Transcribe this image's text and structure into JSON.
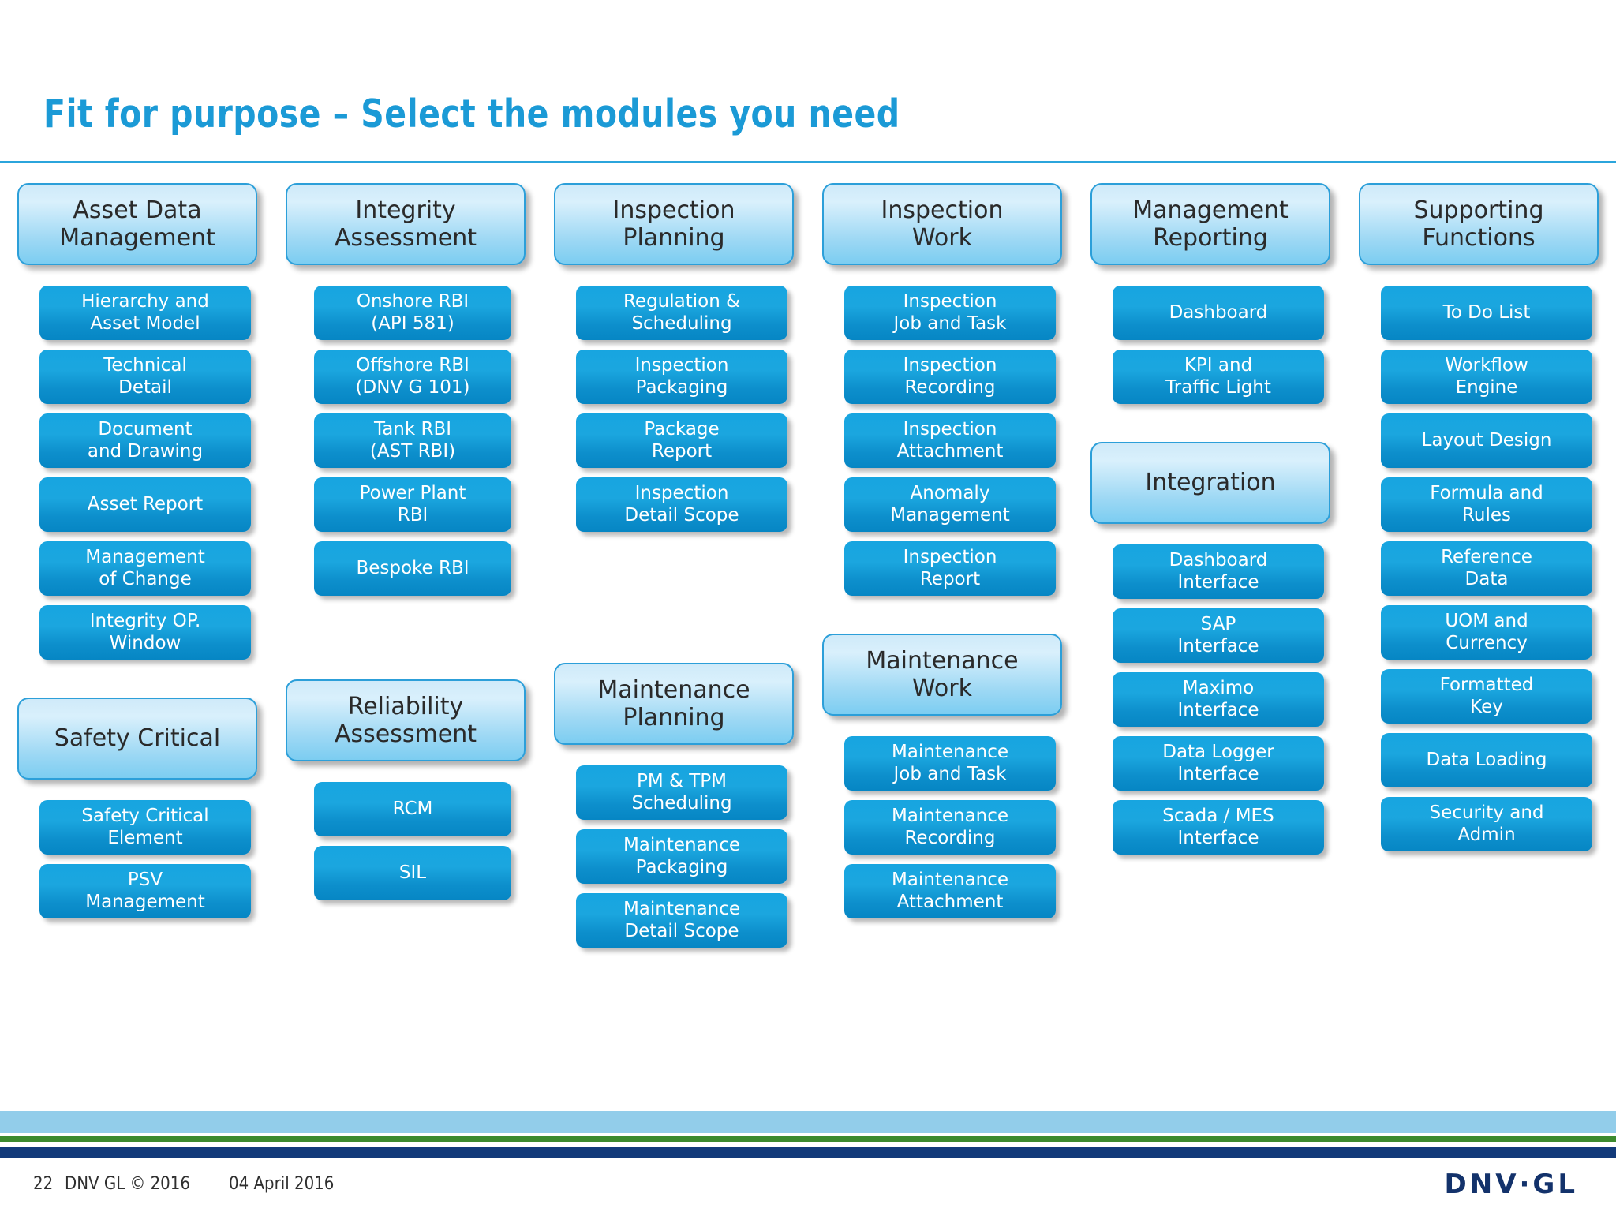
{
  "title": "Fit for purpose – Select the modules you need",
  "accent_color": "#1B9AD6",
  "header_box_color": "#9DD8F4",
  "item_box_color": "#1BA6DF",
  "columns": [
    {
      "id": "asset-data-management",
      "groups": [
        {
          "header": "Asset Data\nManagement",
          "header_line1": "Asset Data",
          "header_line2": "Management",
          "items": [
            "Hierarchy and\nAsset Model",
            "Technical\nDetail",
            "Document\nand Drawing",
            "Asset Report",
            "Management\nof Change",
            "Integrity OP.\nWindow"
          ]
        },
        {
          "header": "Safety Critical",
          "header_line1": "Safety Critical",
          "header_line2": "",
          "items": [
            "Safety Critical\nElement",
            "PSV\nManagement"
          ]
        }
      ]
    },
    {
      "id": "integrity-assessment",
      "groups": [
        {
          "header": "Integrity\nAssessment",
          "header_line1": "Integrity",
          "header_line2": "Assessment",
          "items": [
            "Onshore RBI\n(API 581)",
            "Offshore RBI\n(DNV G 101)",
            "Tank RBI\n(AST RBI)",
            "Power Plant\nRBI",
            "Bespoke RBI"
          ]
        },
        {
          "header": "Reliability\nAssessment",
          "header_line1": "Reliability",
          "header_line2": "Assessment",
          "items": [
            "RCM",
            "SIL"
          ]
        }
      ]
    },
    {
      "id": "inspection-planning",
      "groups": [
        {
          "header": "Inspection\nPlanning",
          "header_line1": "Inspection",
          "header_line2": "Planning",
          "items": [
            "Regulation &\nScheduling",
            "Inspection\nPackaging",
            "Package\nReport",
            "Inspection\nDetail Scope"
          ]
        },
        {
          "header": "Maintenance\nPlanning",
          "header_line1": "Maintenance",
          "header_line2": "Planning",
          "items": [
            "PM & TPM\nScheduling",
            "Maintenance\nPackaging",
            "Maintenance\nDetail Scope"
          ]
        }
      ]
    },
    {
      "id": "inspection-work",
      "groups": [
        {
          "header": "Inspection\nWork",
          "header_line1": "Inspection",
          "header_line2": "Work",
          "items": [
            "Inspection\nJob and Task",
            "Inspection\nRecording",
            "Inspection\nAttachment",
            "Anomaly\nManagement",
            "Inspection\nReport"
          ]
        },
        {
          "header": "Maintenance\nWork",
          "header_line1": "Maintenance",
          "header_line2": "Work",
          "items": [
            "Maintenance\nJob and Task",
            "Maintenance\nRecording",
            "Maintenance\nAttachment"
          ]
        }
      ]
    },
    {
      "id": "management-reporting",
      "groups": [
        {
          "header": "Management\nReporting",
          "header_line1": "Management",
          "header_line2": "Reporting",
          "items": [
            "Dashboard",
            "KPI and\nTraffic Light"
          ]
        },
        {
          "header": "Integration",
          "header_line1": "Integration",
          "header_line2": "",
          "items": [
            "Dashboard\nInterface",
            "SAP\nInterface",
            "Maximo\nInterface",
            "Data Logger\nInterface",
            "Scada / MES\nInterface"
          ]
        }
      ]
    },
    {
      "id": "supporting-functions",
      "groups": [
        {
          "header": "Supporting\nFunctions",
          "header_line1": "Supporting",
          "header_line2": "Functions",
          "items": [
            "To Do List",
            "Workflow\nEngine",
            "Layout Design",
            "Formula and\nRules",
            "Reference\nData",
            "UOM and\nCurrency",
            "Formatted\nKey",
            "Data Loading",
            "Security and\nAdmin"
          ]
        }
      ]
    }
  ],
  "footer": {
    "page_number": "22",
    "copyright": "DNV GL © 2016",
    "date": "04 April 2016",
    "logo_text": "DNV·GL"
  }
}
